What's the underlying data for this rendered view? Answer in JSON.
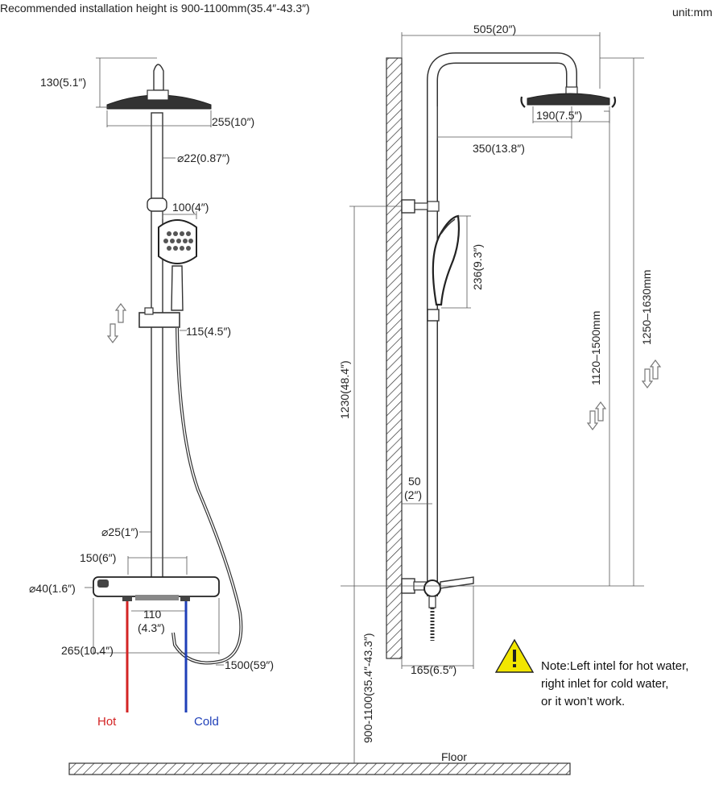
{
  "header": {
    "recommendation": "Recommended installation height is 900-1100mm(35.4″-43.3″)",
    "unit": "unit:mm"
  },
  "front_view": {
    "head_height": "130(5.1″)",
    "head_diameter": "255(10″)",
    "pipe_diameter": "⌀22(0.87″)",
    "handshower_width": "100(4″)",
    "slider_offset": "115(4.5″)",
    "pipe_lower_diameter": "⌀25(1″)",
    "valve_center_width": "150(6″)",
    "valve_diameter": "⌀40(1.6″)",
    "inlet_spacing_value": "110",
    "inlet_spacing_inch": "(4.3″)",
    "valve_total_width": "265(10.4″)",
    "hose_length": "1500(59″)",
    "hot_label": "Hot",
    "cold_label": "Cold",
    "hot_color": "#d32424",
    "cold_color": "#1f3fb8"
  },
  "side_view": {
    "arm_length": "505(20″)",
    "head_spray_diameter": "190(7.5″)",
    "arm_projection": "350(13.8″)",
    "handshower_length": "236(9.3″)",
    "bracket_height": "1230(48.4″)",
    "adjustable_height": "1120–1500mm",
    "total_height": "1250–1630mm",
    "wall_clearance_value": "50",
    "wall_clearance_inch": "(2″)",
    "valve_depth": "165(6.5″)",
    "install_height": "900-1100(35.4″-43.3″)",
    "floor_label": "Floor"
  },
  "note": {
    "lines": [
      "Note:Left intel for hot water,",
      "right inlet for cold water,",
      "or it won’t work."
    ],
    "warning_color": "#f2e600"
  }
}
